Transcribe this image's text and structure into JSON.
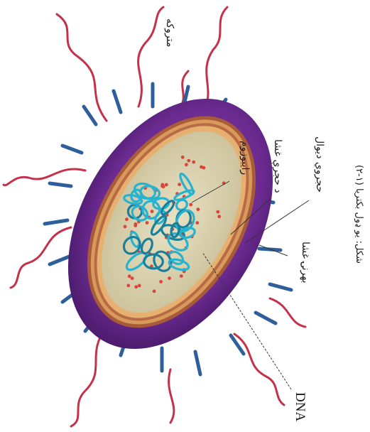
{
  "labels": {
    "flagellum": "متروکه",
    "cell_wall": "حجروي ديوال",
    "cell_membrane": "د حجرې غشا",
    "ribosome": "رايبوزوم",
    "outer_membrane": "بهرنۍ غشا",
    "dna": "DNA"
  },
  "caption": "(۲-۱) شکل: يو ډول بکتريا",
  "colors": {
    "capsule": "#6a2a8f",
    "pili": "#2f5f9a",
    "flagella": "#c4314a",
    "wall": "#c9874a",
    "cytoplasm": "#d8cfae",
    "dna": "#1f9cb8",
    "ribosome_dots": "#d9453a"
  }
}
